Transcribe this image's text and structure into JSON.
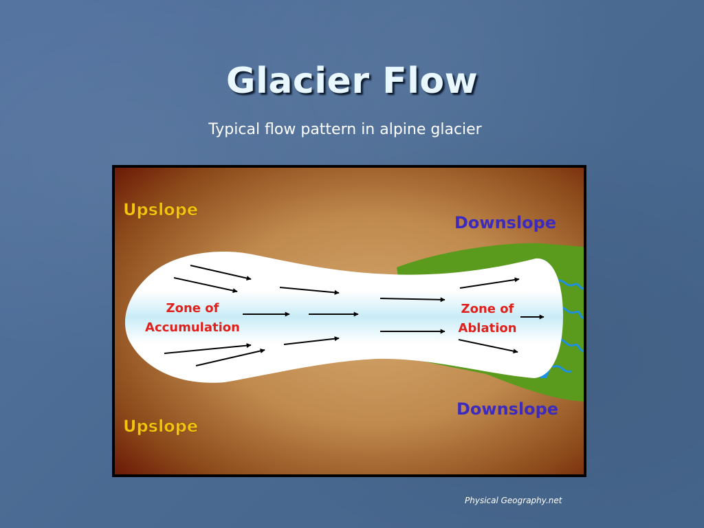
{
  "slide": {
    "title": "Glacier Flow",
    "subtitle": "Typical flow pattern in alpine glacier",
    "credit": "Physical Geography.net"
  },
  "diagram": {
    "labels": {
      "upslope_top": "Upslope",
      "upslope_bottom": "Upslope",
      "downslope_top": "Downslope",
      "downslope_bottom": "Downslope",
      "zone_accumulation_line1": "Zone of",
      "zone_accumulation_line2": "Accumulation",
      "zone_ablation_line1": "Zone of",
      "zone_ablation_line2": "Ablation"
    },
    "colors": {
      "upslope_text": "#f4c40f",
      "downslope_text": "#3d2bbd",
      "zone_text": "#e0201c",
      "glacier_ice": "#ffffff",
      "glacier_core": "#c9ecf7",
      "vegetation": "#5a9a1c",
      "meltwater": "#1f8fe0",
      "ground_light": "#d3a56b",
      "ground_dark": "#6a1706"
    }
  }
}
